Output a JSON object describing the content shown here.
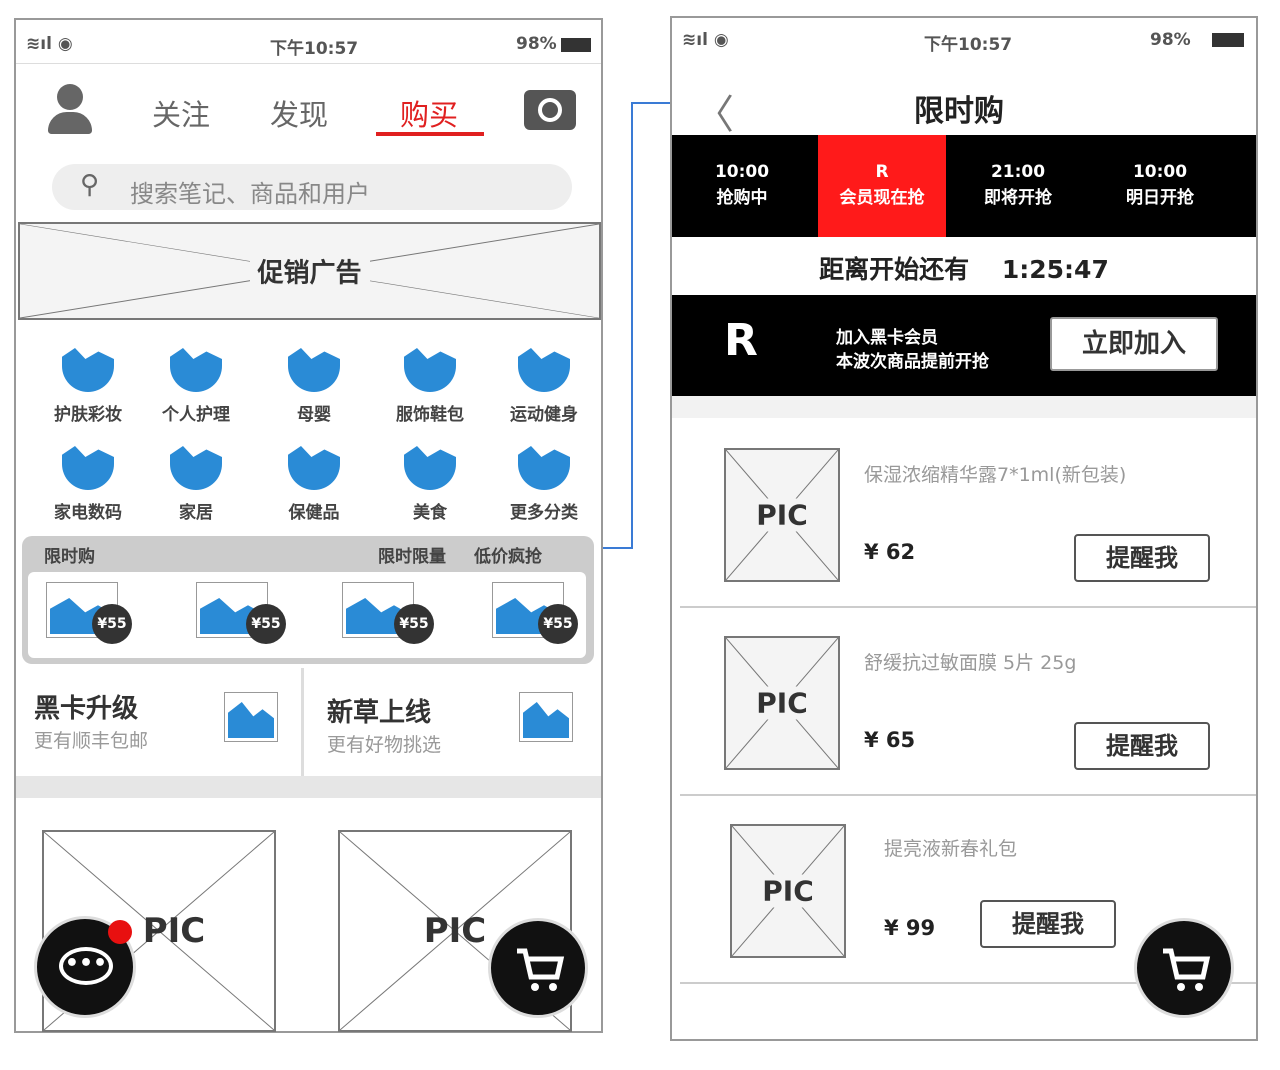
{
  "left": {
    "status": {
      "carrier": "≋ıl ◉",
      "time": "下午10:57",
      "battery": "98%"
    },
    "nav": {
      "tabs": [
        "关注",
        "发现",
        "购买"
      ],
      "active": "购买",
      "active_color": "#e02020"
    },
    "search": {
      "placeholder": "搜索笔记、商品和用户"
    },
    "ad": {
      "label": "促销广告"
    },
    "categories": [
      "护肤彩妆",
      "个人护理",
      "母婴",
      "服饰鞋包",
      "运动健身",
      "家电数码",
      "家居",
      "保健品",
      "美食",
      "更多分类"
    ],
    "flash": {
      "title": "限时购",
      "tagline1": "限时限量",
      "tagline2": "低价疯抢",
      "prices": [
        "¥55",
        "¥55",
        "¥55",
        "¥55"
      ]
    },
    "cards": [
      {
        "title": "黑卡升级",
        "subtitle": "更有顺丰包邮"
      },
      {
        "title": "新草上线",
        "subtitle": "更有好物挑选"
      }
    ],
    "products": [
      "PIC",
      "PIC"
    ]
  },
  "right": {
    "status": {
      "carrier": "≋ıl ◉",
      "time": "下午10:57",
      "battery": "98%"
    },
    "header": {
      "title": "限时购"
    },
    "tabs": [
      {
        "line1": "10:00",
        "line2": "抢购中"
      },
      {
        "line1": "R",
        "line2": "会员现在抢"
      },
      {
        "line1": "21:00",
        "line2": "即将开抢"
      },
      {
        "line1": "10:00",
        "line2": "明日开抢"
      }
    ],
    "active_tab_color": "#ff1a1a",
    "countdown": {
      "label": "距离开始还有",
      "time": "1:25:47"
    },
    "member": {
      "logo": "R",
      "line1": "加入黑卡会员",
      "line2": "本波次商品提前开抢",
      "button": "立即加入"
    },
    "products": [
      {
        "pic": "PIC",
        "name": "保湿浓缩精华露7*1ml(新包装)",
        "price": "¥ 62",
        "button": "提醒我"
      },
      {
        "pic": "PIC",
        "name": "舒缓抗过敏面膜 5片 25g",
        "price": "¥ 65",
        "button": "提醒我"
      },
      {
        "pic": "PIC",
        "name": "提亮液新春礼包",
        "price": "¥ 99",
        "button": "提醒我"
      }
    ]
  },
  "connector_color": "#3a7bd5",
  "icons": [
    "user-icon",
    "camera-icon",
    "search-icon",
    "chat-icon",
    "cart-icon",
    "back-arrow-icon"
  ]
}
